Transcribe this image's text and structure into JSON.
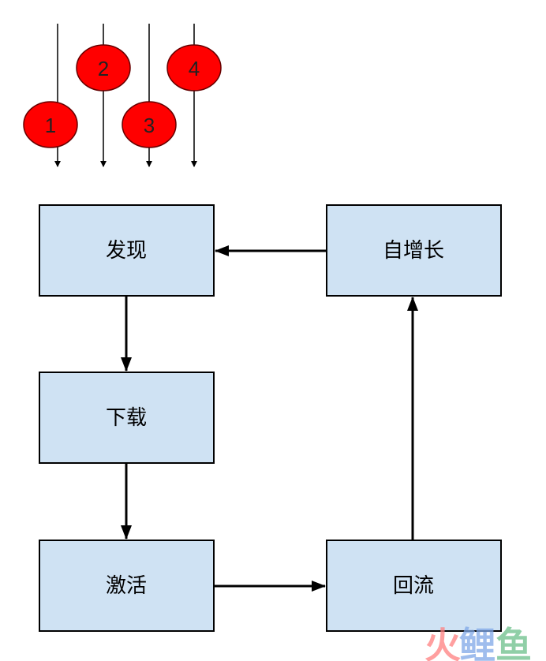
{
  "channels": [
    {
      "label": "1"
    },
    {
      "label": "2"
    },
    {
      "label": "3"
    },
    {
      "label": "4"
    }
  ],
  "nodes": {
    "discover": "发现",
    "self_growth": "自增长",
    "download": "下载",
    "activate": "激活",
    "return": "回流"
  },
  "watermark": {
    "c1": "火",
    "c2": "鲤",
    "c3": "鱼"
  },
  "colors": {
    "box_fill": "#cfe2f3",
    "circle_fill": "#ff0000"
  }
}
